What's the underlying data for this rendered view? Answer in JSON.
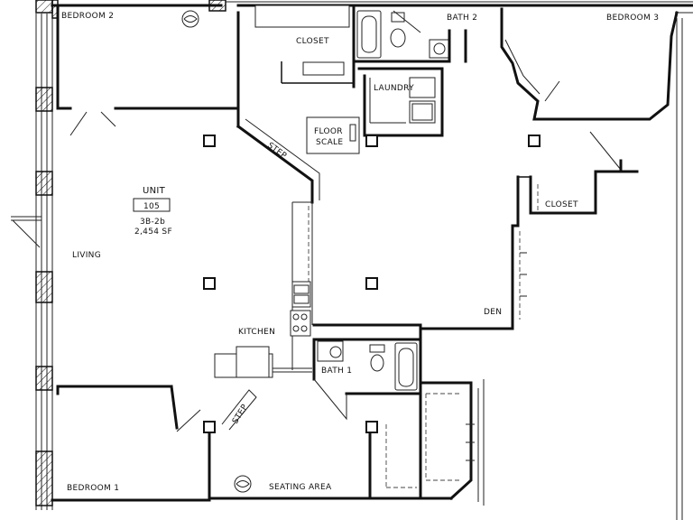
{
  "rooms": {
    "bedroom2": "BEDROOM 2",
    "closet_top": "CLOSET",
    "bath2": "BATH 2",
    "bedroom3": "BEDROOM 3",
    "laundry": "LAUNDRY",
    "closet_right": "CLOSET",
    "living": "LIVING",
    "den": "DEN",
    "kitchen": "KITCHEN",
    "bath1": "BATH 1",
    "bedroom1": "BEDROOM 1",
    "seating_area": "SEATING AREA"
  },
  "unit": {
    "label": "UNIT",
    "number": "105",
    "type": "3B-2b",
    "area": "2,454 SF"
  },
  "floor_scale": {
    "line1": "FLOOR",
    "line2": "SCALE"
  },
  "steps": {
    "upper": "STEP",
    "lower": "STEP"
  }
}
